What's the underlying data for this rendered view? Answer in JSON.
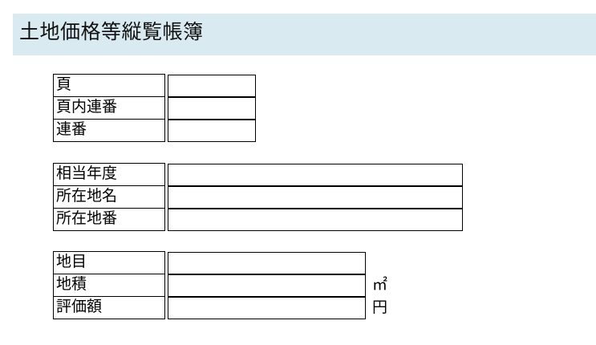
{
  "page": {
    "title": "土地価格等縦覧帳簿",
    "background_color": "#ffffff",
    "banner_color": "#daeaf1",
    "border_color": "#000000"
  },
  "form": {
    "groups": [
      {
        "name": "identification",
        "rows": [
          {
            "label": "頁",
            "value": "",
            "unit": ""
          },
          {
            "label": "頁内連番",
            "value": "",
            "unit": ""
          },
          {
            "label": "連番",
            "value": "",
            "unit": ""
          }
        ]
      },
      {
        "name": "location",
        "rows": [
          {
            "label": "相当年度",
            "value": "",
            "unit": ""
          },
          {
            "label": "所在地名",
            "value": "",
            "unit": ""
          },
          {
            "label": "所在地番",
            "value": "",
            "unit": ""
          }
        ]
      },
      {
        "name": "valuation",
        "rows": [
          {
            "label": "地目",
            "value": "",
            "unit": ""
          },
          {
            "label": "地積",
            "value": "",
            "unit": "㎡"
          },
          {
            "label": "評価額",
            "value": "",
            "unit": "円"
          }
        ]
      }
    ]
  }
}
